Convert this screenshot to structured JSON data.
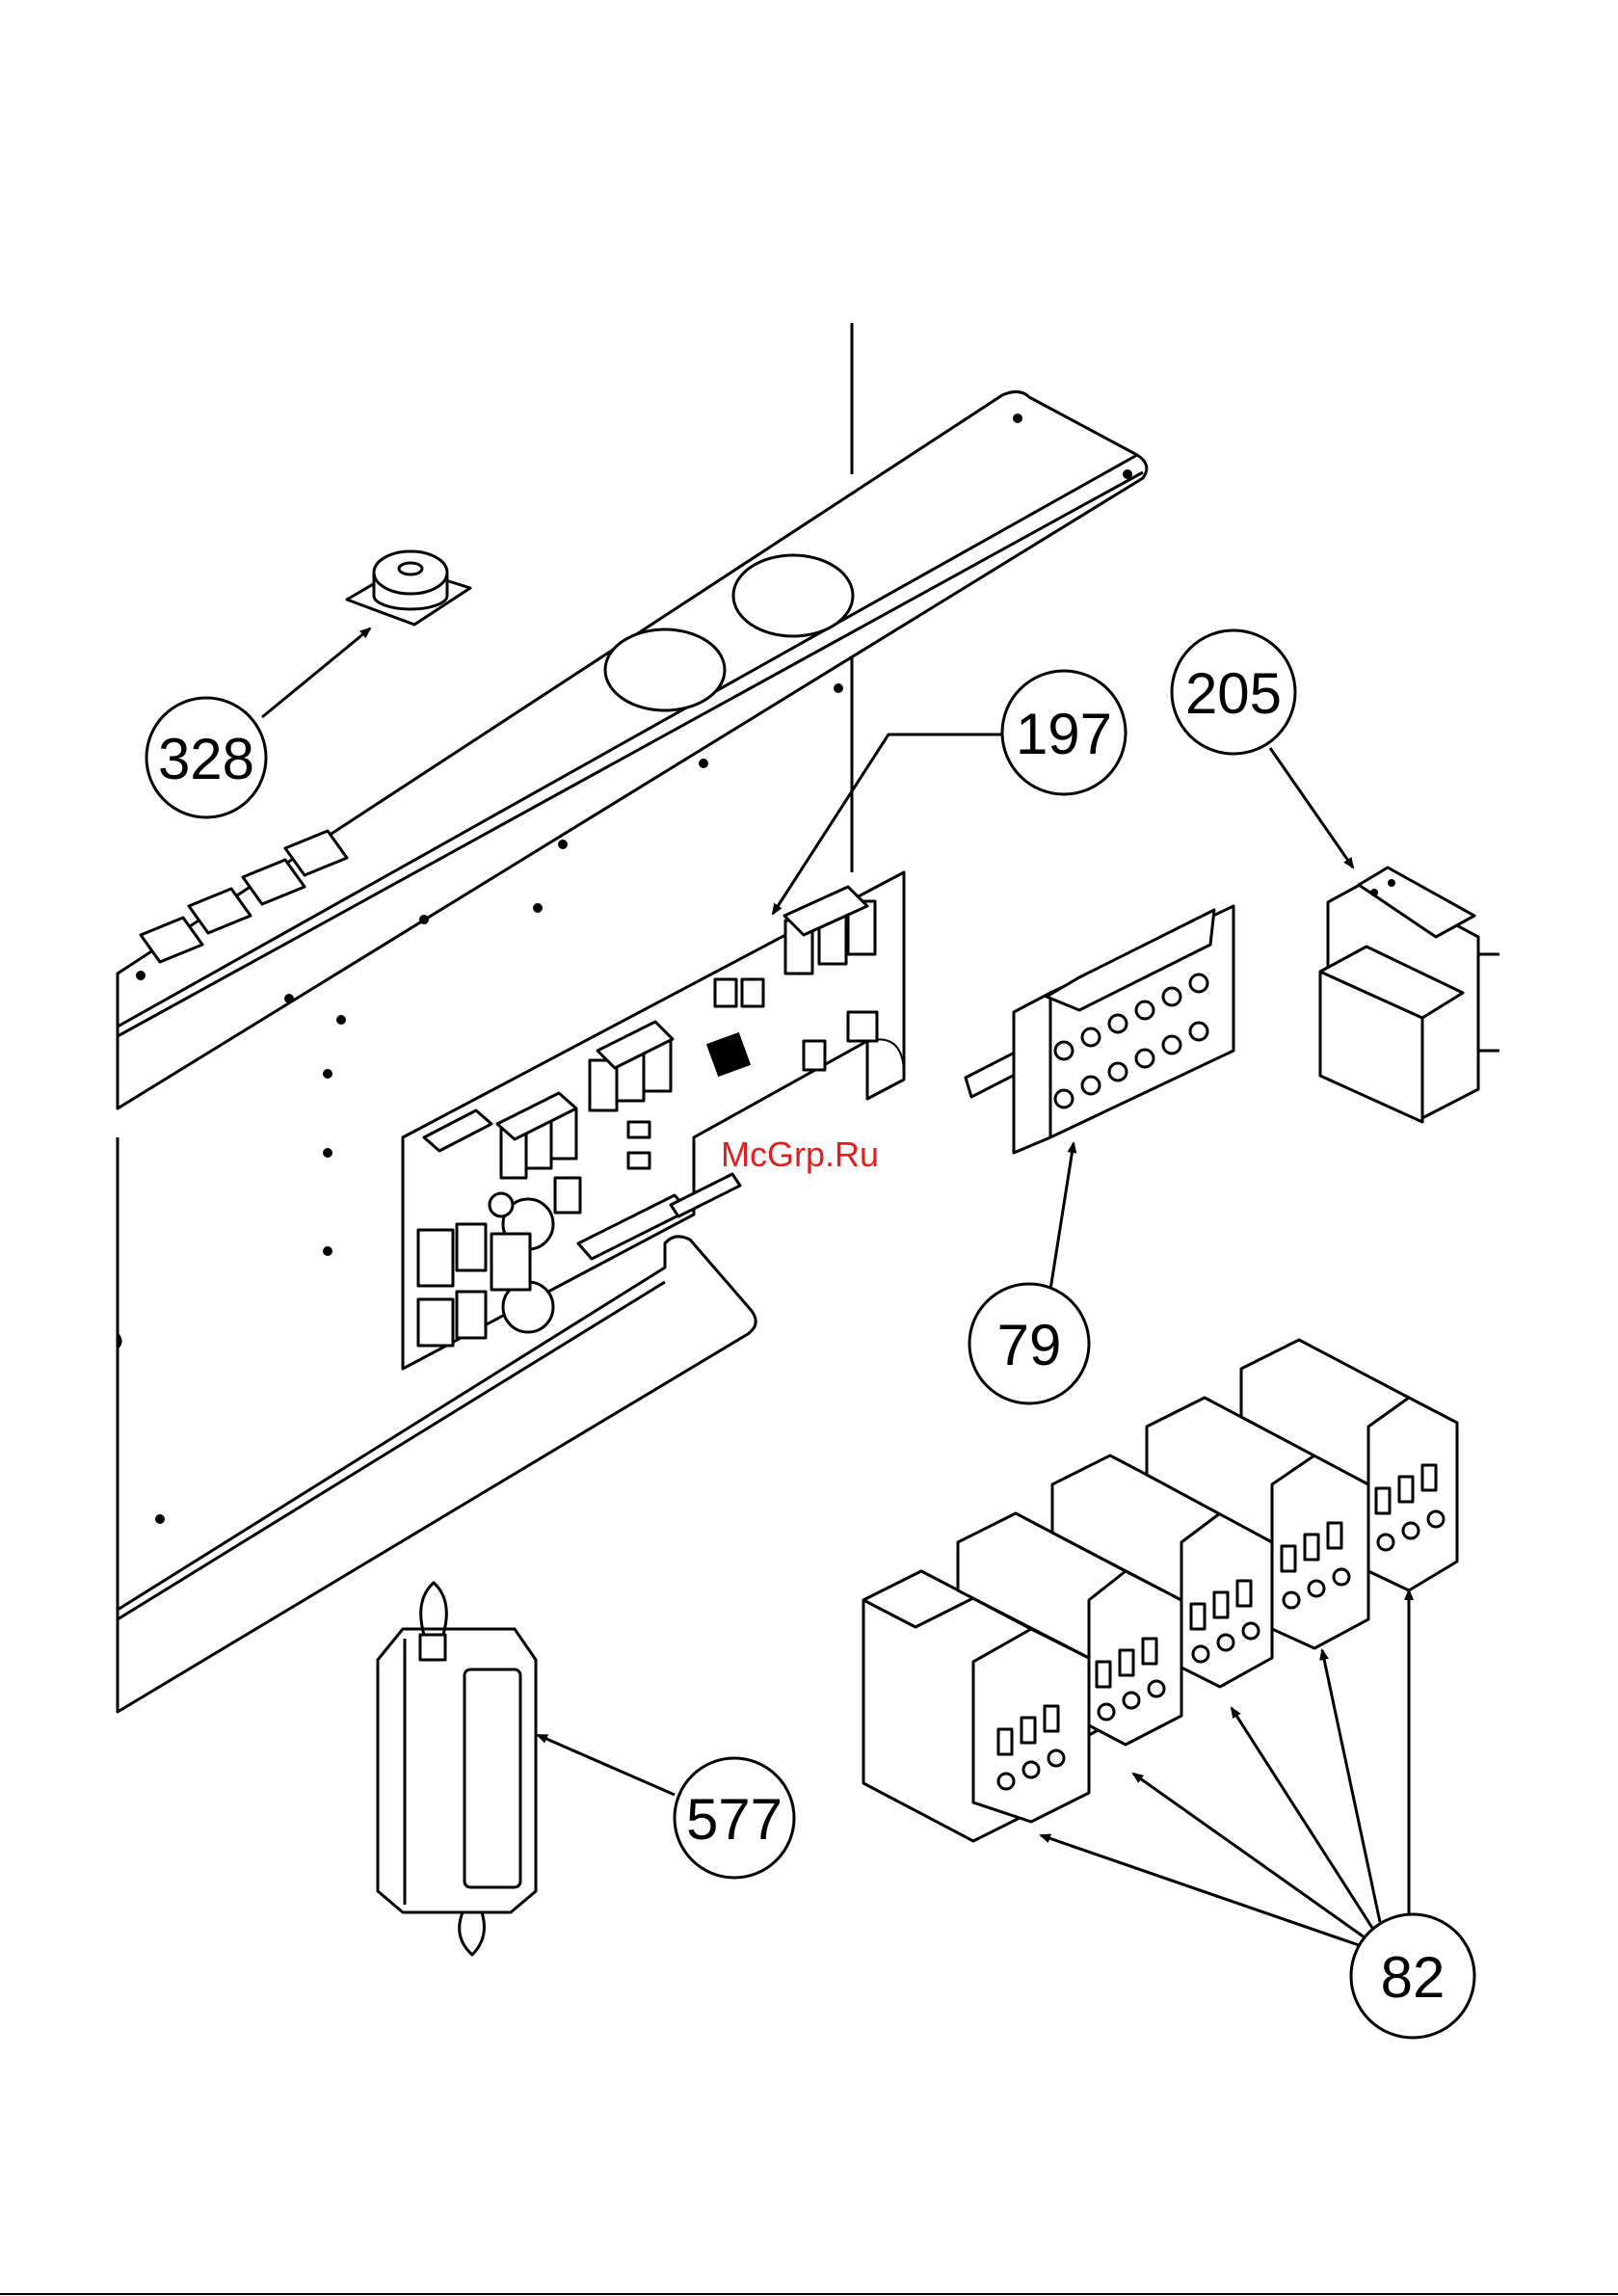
{
  "callouts": [
    {
      "id": "328",
      "label": "328"
    },
    {
      "id": "197",
      "label": "197"
    },
    {
      "id": "205",
      "label": "205"
    },
    {
      "id": "79",
      "label": "79"
    },
    {
      "id": "577",
      "label": "577"
    },
    {
      "id": "82",
      "label": "82"
    }
  ],
  "watermark": "McGrp.Ru"
}
